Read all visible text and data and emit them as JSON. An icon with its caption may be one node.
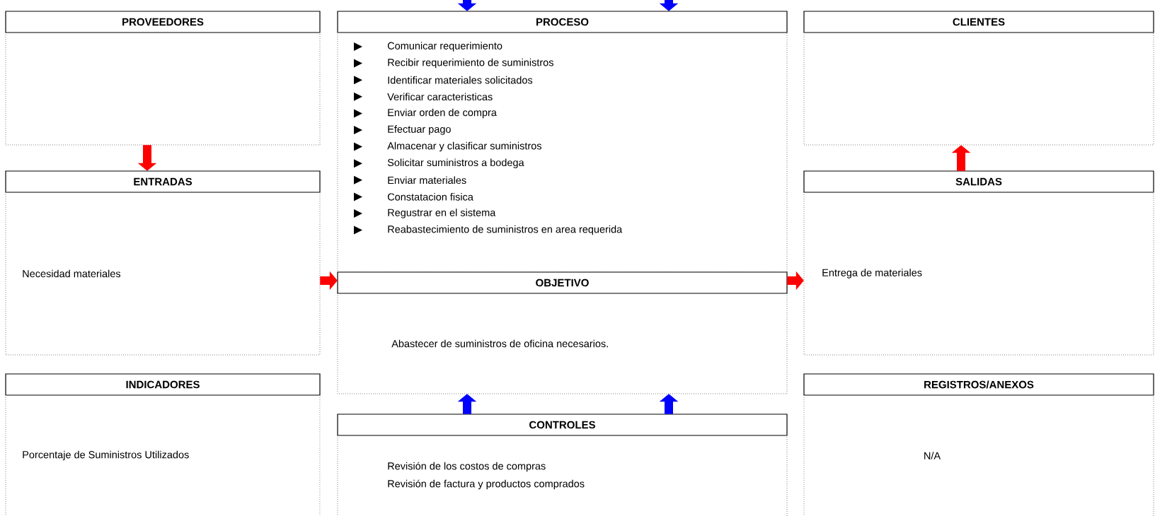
{
  "diagram": {
    "nodes": [
      {
        "text": [
          "PROVEEDORES"
        ]
      },
      {
        "text": [
          "PROCESO",
          "Comunicar requerimiento",
          "Recibir requerimiento de suministros",
          "Identificar materiales solicitados",
          "Verificar caracteristicas",
          "Enviar orden de compra",
          "Efectuar pago",
          "Almacenar y clasificar suministros",
          "Solicitar suministros a bodega",
          "Enviar materiales",
          "Constatacion fisica",
          "Regustrar en el sistema",
          "Reabastecimiento de suministros en area requerida"
        ]
      },
      {
        "text": [
          "CLIENTES"
        ]
      },
      {
        "text": [
          "ENTRADAS",
          "Necesidad materiales"
        ]
      },
      {
        "text": [
          "SALIDAS",
          "Entrega de materiales"
        ]
      },
      {
        "text": [
          "OBJETIVO",
          "Abastecer de suministros de oficina necesarios."
        ]
      },
      {
        "text": [
          "INDICADORES",
          "Porcentaje de Suministros Utilizados"
        ]
      },
      {
        "text": [
          "CONTROLES",
          "Revisión de los costos de compras",
          "Revisión de factura y productos comprados"
        ]
      },
      {
        "text": [
          "REGISTROS/ANEXOS",
          "N/A"
        ]
      }
    ],
    "edges": [
      {
        "from": null,
        "to": 1,
        "arrow": "to",
        "color": "#0000ff"
      },
      {
        "from": null,
        "to": 1,
        "arrow": "to",
        "color": "#0000ff"
      },
      {
        "from": 0,
        "to": 3,
        "arrow": "to",
        "color": "#ff0000"
      },
      {
        "from": 4,
        "to": 2,
        "arrow": "to",
        "color": "#ff0000"
      },
      {
        "from": 3,
        "to": 1,
        "arrow": "to",
        "color": "#ff0000"
      },
      {
        "from": 1,
        "to": 4,
        "arrow": "to",
        "color": "#ff0000"
      },
      {
        "from": 7,
        "to": 5,
        "arrow": "to",
        "color": "#0000ff"
      },
      {
        "from": 7,
        "to": 5,
        "arrow": "to",
        "color": "#0000ff"
      }
    ]
  }
}
